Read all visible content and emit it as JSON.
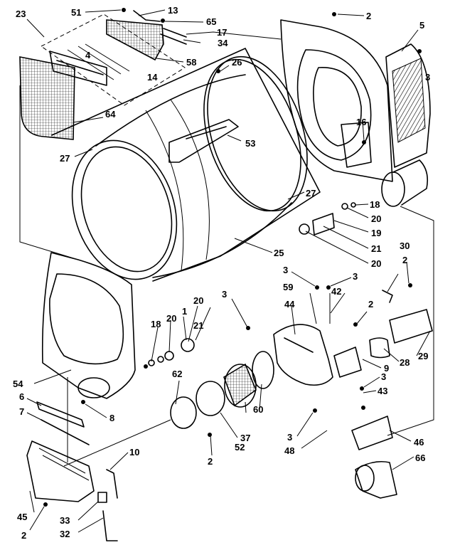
{
  "callouts": {
    "n1": "1",
    "n2": "2",
    "n3": "3",
    "n4": "4",
    "n5": "5",
    "n6": "6",
    "n7": "7",
    "n8": "8",
    "n9": "9",
    "n10": "10",
    "n13": "13",
    "n14": "14",
    "n16": "16",
    "n17": "17",
    "n18": "18",
    "n19": "19",
    "n20": "20",
    "n21": "21",
    "n23": "23",
    "n25": "25",
    "n26": "26",
    "n27": "27",
    "n28": "28",
    "n29": "29",
    "n30": "30",
    "n32": "32",
    "n33": "33",
    "n34": "34",
    "n37": "37",
    "n42": "42",
    "n43": "43",
    "n44": "44",
    "n45": "45",
    "n46": "46",
    "n48": "48",
    "n51": "51",
    "n52": "52",
    "n53": "53",
    "n54": "54",
    "n58": "58",
    "n59": "59",
    "n60": "60",
    "n62": "62",
    "n64": "64",
    "n65": "65",
    "n66": "66"
  }
}
